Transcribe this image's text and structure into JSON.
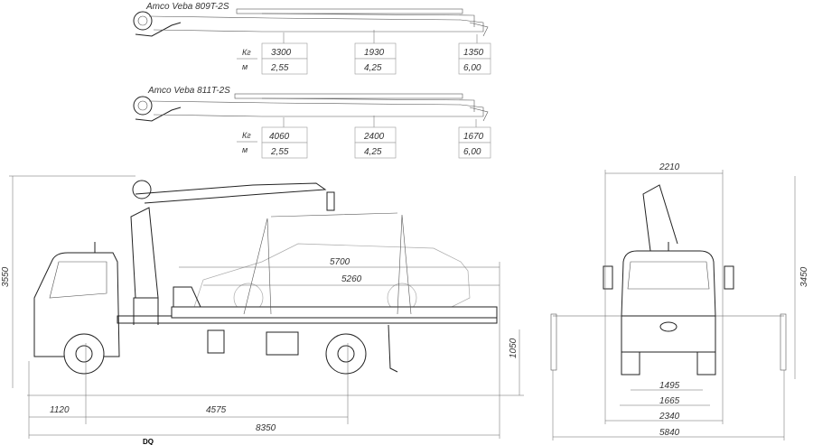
{
  "cranes": [
    {
      "title": "Amco Veba 809T-2S",
      "unit_load": "Кг",
      "unit_reach": "м",
      "points": [
        {
          "load": "3300",
          "reach": "2,55"
        },
        {
          "load": "1930",
          "reach": "4,25"
        },
        {
          "load": "1350",
          "reach": "6,00"
        }
      ]
    },
    {
      "title": "Amco Veba 811T-2S",
      "unit_load": "Кг",
      "unit_reach": "м",
      "points": [
        {
          "load": "4060",
          "reach": "2,55"
        },
        {
          "load": "2400",
          "reach": "4,25"
        },
        {
          "load": "1670",
          "reach": "6,00"
        }
      ]
    }
  ],
  "side_view": {
    "height": "3550",
    "platform_length": "5700",
    "platform_inner": "5260",
    "platform_height": "1050",
    "front_overhang": "1120",
    "wheelbase": "4575",
    "overall_length": "8350"
  },
  "front_view": {
    "width_top": "2210",
    "height": "3450",
    "track_inner": "1495",
    "track": "1665",
    "width_body": "2340",
    "outrigger_span": "5840"
  },
  "footer_mark": "DQ"
}
